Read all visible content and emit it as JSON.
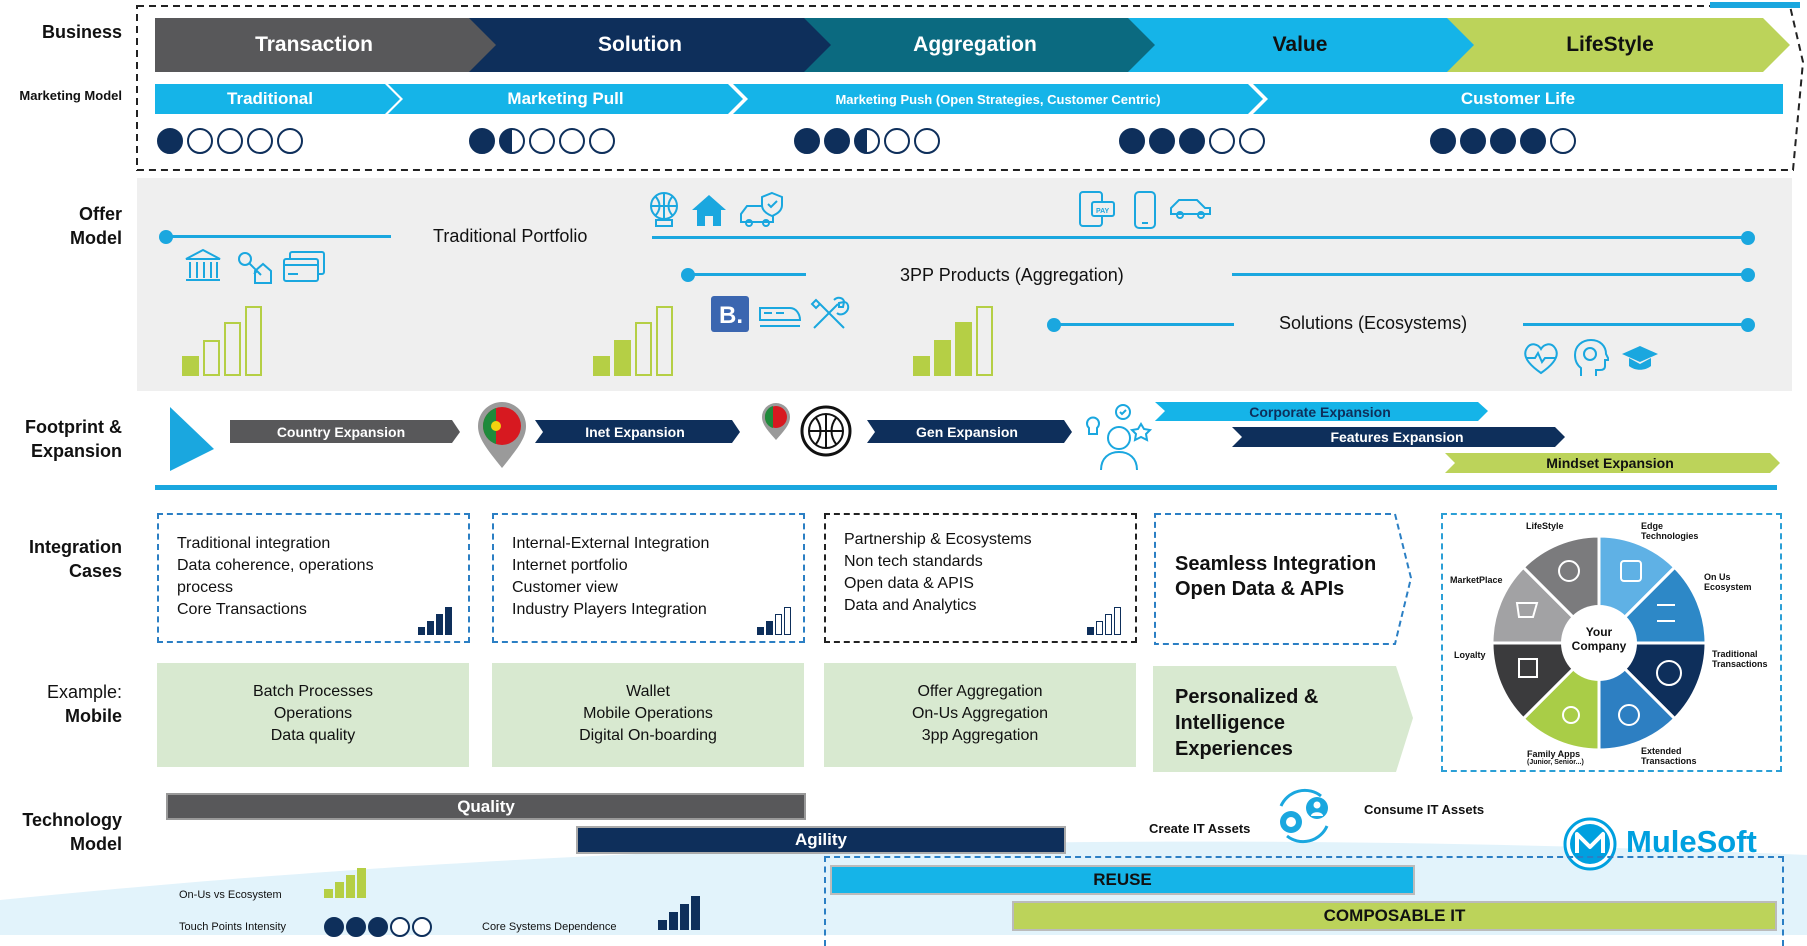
{
  "rows": {
    "business": "Business",
    "marketing_model": "Marketing Model",
    "offer_model": [
      "Offer",
      "Model"
    ],
    "footprint": [
      "Footprint &",
      "Expansion"
    ],
    "integration": [
      "Integration",
      "Cases"
    ],
    "example": [
      "Example:",
      "Mobile"
    ],
    "technology": [
      "Technology",
      "Model"
    ]
  },
  "business_stages": [
    "Transaction",
    "Solution",
    "Aggregation",
    "Value",
    "LifeStyle"
  ],
  "marketing_stages": [
    "Traditional",
    "Marketing Pull",
    "Marketing Push (Open Strategies, Customer Centric)",
    "Customer Life"
  ],
  "maturity_levels": [
    1,
    1.5,
    2.5,
    3,
    4
  ],
  "offer_lines": {
    "traditional": "Traditional Portfolio",
    "aggregation": "3PP Products (Aggregation)",
    "solutions": "Solutions (Ecosystems)"
  },
  "footprint_stages": [
    "Country Expansion",
    "Inet Expansion",
    "Gen Expansion",
    "Corporate Expansion",
    "Features Expansion",
    "Mindset Expansion"
  ],
  "integration_cases": [
    [
      "Traditional integration",
      "Data coherence, operations",
      "process",
      "Core Transactions"
    ],
    [
      "Internal-External Integration",
      "Internet portfolio",
      "Customer view",
      "Industry Players Integration"
    ],
    [
      "Partnership & Ecosystems",
      "Non tech standards",
      "Open data & APIS",
      "Data and Analytics"
    ]
  ],
  "seamless": [
    "Seamless Integration",
    "Open Data & APIs"
  ],
  "examples": [
    [
      "Batch Processes",
      "Operations",
      "Data quality"
    ],
    [
      "Wallet",
      "Mobile Operations",
      "Digital On-boarding"
    ],
    [
      "Offer Aggregation",
      "On-Us Aggregation",
      "3pp Aggregation"
    ]
  ],
  "personalized": [
    "Personalized &",
    "Intelligence",
    "Experiences"
  ],
  "wheel": {
    "center": [
      "Your",
      "Company"
    ],
    "segments": [
      "LifeStyle",
      "Edge Technologies",
      "On Us Ecosystem",
      "Traditional Transactions",
      "Extended Transactions",
      "Family Apps",
      "(Junior, Senior...)",
      "Loyalty",
      "MarketPlace"
    ]
  },
  "technology": {
    "quality": "Quality",
    "agility": "Agility",
    "create": "Create IT Assets",
    "consume": "Consume IT Assets",
    "brand": "MuleSoft",
    "reuse": "REUSE",
    "composable": "COMPOSABLE IT"
  },
  "legend": {
    "on_us": "On-Us vs Ecosystem",
    "touch": "Touch Points Intensity",
    "core": "Core Systems Dependence"
  },
  "colors": {
    "grey": "#58585a",
    "navy": "#0e2f5b",
    "teal": "#0b6a80",
    "cyan": "#15b4e8",
    "green": "#bcd35a",
    "lightgreen": "#d8e9d0",
    "panel": "#efefef"
  }
}
